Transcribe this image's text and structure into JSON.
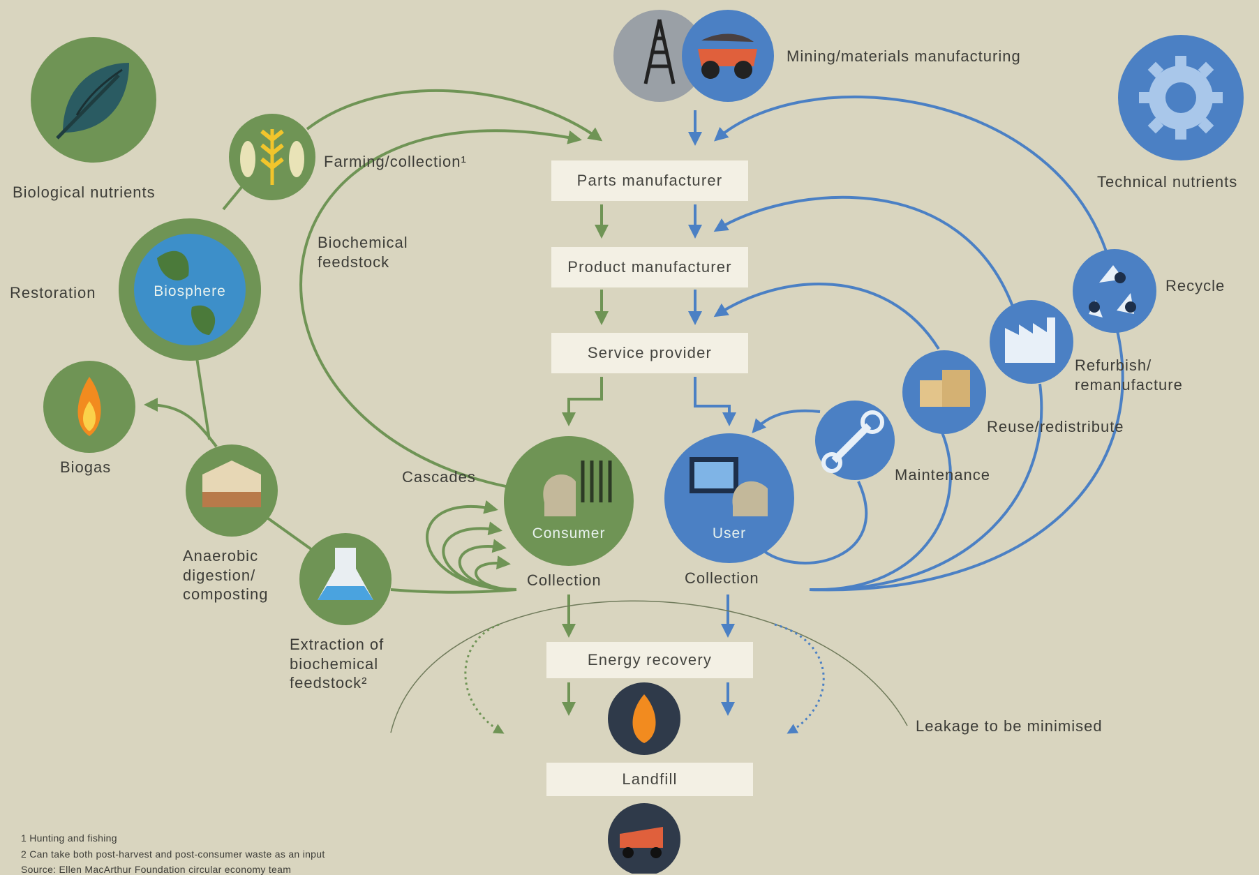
{
  "colors": {
    "background": "#d9d5bf",
    "bio_green": "#6f9455",
    "bio_dark": "#4f7a45",
    "tech_blue": "#4b80c4",
    "tech_light": "#6ea0d6",
    "box_fill": "#f3f0e4"
  },
  "header": {
    "mining_label": "Mining/materials manufacturing",
    "bio_nutrients_label": "Biological nutrients",
    "tech_nutrients_label": "Technical nutrients"
  },
  "biological": {
    "farming_label": "Farming/collection¹",
    "biochemical_feedstock_label": "Biochemical feedstock",
    "restoration_label": "Restoration",
    "biosphere_label": "Biosphere",
    "biogas_label": "Biogas",
    "anaerobic_label": "Anaerobic digestion/ composting",
    "extraction_label": "Extraction of biochemical feedstock²",
    "cascades_label": "Cascades",
    "consumer_label": "Consumer",
    "collection_label": "Collection"
  },
  "technical": {
    "recycle_label": "Recycle",
    "refurbish_label": "Refurbish/ remanufacture",
    "reuse_label": "Reuse/redistribute",
    "maintenance_label": "Maintenance",
    "user_label": "User",
    "collection_label": "Collection"
  },
  "flow": {
    "parts_manufacturer": "Parts manufacturer",
    "product_manufacturer": "Product manufacturer",
    "service_provider": "Service provider",
    "energy_recovery": "Energy recovery",
    "landfill": "Landfill",
    "leakage_label": "Leakage to be minimised"
  },
  "footnotes": {
    "note1": "1 Hunting and fishing",
    "note2": "2 Can take both post-harvest and post-consumer waste as an input",
    "source": "Source: Ellen MacArthur Foundation circular economy team"
  },
  "icons": {
    "leaf": "leaf-icon",
    "gear": "gear-icon",
    "oil_rig": "oil-rig-icon",
    "mining_truck": "mining-truck-icon",
    "farming": "wheat-fish-icon",
    "biosphere": "globe-icon",
    "biogas": "flame-icon",
    "anaerobic": "compost-icon",
    "extraction": "flask-icon",
    "consumer": "consumer-icon",
    "user": "computer-user-icon",
    "maintenance": "wrench-icon",
    "reuse": "boxes-icon",
    "refurbish": "factory-icon",
    "recycle": "recycle-icon",
    "energy_recovery": "flame-icon",
    "landfill": "dump-truck-icon"
  }
}
